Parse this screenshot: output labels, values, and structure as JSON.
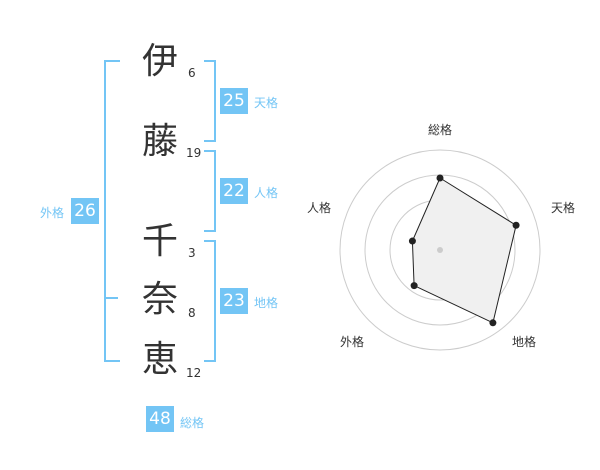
{
  "name_chars": [
    {
      "char": "伊",
      "strokes": "6"
    },
    {
      "char": "藤",
      "strokes": "19"
    },
    {
      "char": "千",
      "strokes": "3"
    },
    {
      "char": "奈",
      "strokes": "8"
    },
    {
      "char": "恵",
      "strokes": "12"
    }
  ],
  "grids": {
    "tenkaku": {
      "value": "25",
      "label": "天格"
    },
    "jinkaku": {
      "value": "22",
      "label": "人格"
    },
    "chikaku": {
      "value": "23",
      "label": "地格"
    },
    "gaikaku": {
      "value": "26",
      "label": "外格"
    },
    "soukaku": {
      "value": "48",
      "label": "総格"
    }
  },
  "colors": {
    "accent": "#73c5f5",
    "text": "#333333",
    "radar_fill": "#f0f0f0",
    "ring": "#cccccc"
  },
  "chart_data": {
    "type": "radar",
    "axes": [
      "総格",
      "天格",
      "地格",
      "外格",
      "人格"
    ],
    "values": [
      0.72,
      0.8,
      0.9,
      0.44,
      0.29
    ],
    "range": [
      0,
      1
    ],
    "rings": 4
  }
}
